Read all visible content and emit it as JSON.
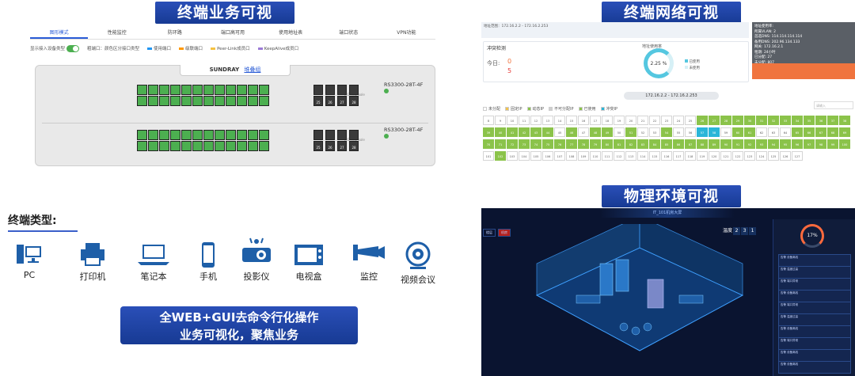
{
  "banners": {
    "terminal_business": "终端业务可视",
    "terminal_network": "终端网络可视",
    "physical_env": "物理环境可视"
  },
  "business_panel": {
    "tabs": [
      {
        "label": "图形模式",
        "active": true
      },
      {
        "label": "性能监控"
      },
      {
        "label": "防环路"
      },
      {
        "label": "端口高可用"
      },
      {
        "label": "使用地址表"
      },
      {
        "label": "端口状态"
      },
      {
        "label": "VPN功能"
      }
    ],
    "options": {
      "show_devices_label": "显示接入设备类型",
      "port_hint": "粗端口：颜色区分接口类型",
      "legend": [
        {
          "label": "使用端口",
          "color": "#2196f3"
        },
        {
          "label": "级联端口",
          "color": "#ff9800"
        },
        {
          "label": "Peer-Link成员口",
          "color": "#f5c242"
        },
        {
          "label": "KeepAlive成员口",
          "color": "#9c7bd6"
        }
      ]
    },
    "device": {
      "brand": "SUNDRAY",
      "link": "堆叠组",
      "units": [
        {
          "model": "RS3300-28T-4F",
          "status": "online"
        },
        {
          "model": "RS3300-28T-4F",
          "status": "online"
        }
      ],
      "mgmt_label": "MGMConsole",
      "sfp_labels": [
        "25",
        "26",
        "27",
        "28"
      ]
    }
  },
  "terminal_types": {
    "title": "终端类型:",
    "items": [
      {
        "label": "PC",
        "icon": "pc-icon"
      },
      {
        "label": "打印机",
        "icon": "printer-icon"
      },
      {
        "label": "笔记本",
        "icon": "laptop-icon"
      },
      {
        "label": "手机",
        "icon": "phone-icon"
      },
      {
        "label": "投影仪",
        "icon": "projector-icon"
      },
      {
        "label": "电视盒",
        "icon": "tvbox-icon"
      },
      {
        "label": "监控",
        "icon": "camera-icon"
      },
      {
        "label": "视频会议",
        "icon": "webcam-icon"
      }
    ]
  },
  "slogan": {
    "line1": "全WEB+GUI去命令行化操作",
    "line2": "业务可视化，聚焦业务"
  },
  "network_panel": {
    "header_text": "地址范围：172.16.2.2 - 172.16.2.253",
    "card_title": "冲突检测",
    "today_label": "今日:",
    "conflict_count": "0",
    "abnormal_count": "5",
    "usage_label": "地址使用率",
    "usage_percent": "2.25 %",
    "usage_legend": [
      "已使用",
      "未使用"
    ],
    "range": "172.16.2.2 - 172.16.2.253",
    "legend": [
      {
        "label": "未分配",
        "color": "#ffffff"
      },
      {
        "label": "固定IP",
        "color": "#f3c34b"
      },
      {
        "label": "动态IP",
        "color": "#8bc34a"
      },
      {
        "label": "不可分配IP",
        "color": "#cfcfcf"
      },
      {
        "label": "已使用",
        "color": "#8bc34a"
      },
      {
        "label": "冲突IP",
        "color": "#29b6d8"
      }
    ],
    "search_placeholder": "请输入",
    "info": [
      "地址使用率:",
      "所属VLAN: 2",
      "首选DNS: 114.114.114.114",
      "备用DNS: 202.96.134.133",
      "网关: 172.16.2.1",
      "租期: 24小时",
      "已分配: 27",
      "未分配: 807"
    ],
    "ip_cells": [
      "8",
      "9",
      "10",
      "11",
      "12",
      "13",
      "14",
      "15",
      "16",
      "17",
      "18",
      "19",
      "20",
      "21",
      "22",
      "23",
      "24",
      "25",
      "26",
      "27",
      "28",
      "29",
      "30",
      "31",
      "32",
      "33",
      "34",
      "35",
      "36",
      "37",
      "38",
      "39",
      "40",
      "41",
      "42",
      "43",
      "44",
      "45",
      "46",
      "47",
      "48",
      "49",
      "50",
      "51",
      "52",
      "53",
      "54",
      "55",
      "56",
      "57",
      "58",
      "59",
      "60",
      "61",
      "62",
      "63",
      "64",
      "65",
      "66",
      "67",
      "68",
      "69",
      "70",
      "71",
      "72",
      "73",
      "74",
      "75",
      "76",
      "77",
      "78",
      "79",
      "80",
      "81",
      "82",
      "83",
      "84",
      "85",
      "86",
      "87",
      "88",
      "89",
      "90",
      "91",
      "92",
      "93",
      "94",
      "95",
      "96",
      "97",
      "98",
      "99",
      "100",
      "101",
      "102",
      "103",
      "104",
      "105",
      "106",
      "107",
      "108",
      "109",
      "110",
      "111",
      "112",
      "113",
      "114",
      "115",
      "116",
      "117",
      "118",
      "119",
      "120",
      "121",
      "122",
      "123",
      "124",
      "125",
      "126",
      "127"
    ],
    "ip_states": [
      "w",
      "w",
      "w",
      "w",
      "w",
      "w",
      "w",
      "w",
      "w",
      "w",
      "w",
      "w",
      "w",
      "w",
      "w",
      "w",
      "w",
      "w",
      "g",
      "g",
      "g",
      "g",
      "g",
      "g",
      "g",
      "g",
      "g",
      "g",
      "g",
      "g",
      "g",
      "g",
      "g",
      "g",
      "g",
      "g",
      "g",
      "w",
      "g",
      "w",
      "g",
      "g",
      "w",
      "g",
      "w",
      "w",
      "g",
      "w",
      "w",
      "b",
      "b",
      "w",
      "g",
      "g",
      "w",
      "w",
      "w",
      "g",
      "g",
      "g",
      "g",
      "g",
      "g",
      "g",
      "g",
      "g",
      "g",
      "g",
      "g",
      "g",
      "g",
      "g",
      "g",
      "g",
      "g",
      "g",
      "g",
      "g",
      "g",
      "g",
      "g",
      "g",
      "g",
      "g",
      "g",
      "g",
      "g",
      "g",
      "g",
      "g",
      "g",
      "g",
      "g",
      "w",
      "g",
      "w",
      "w",
      "w",
      "w",
      "w",
      "w",
      "w",
      "w",
      "w",
      "w",
      "w",
      "w",
      "w",
      "w",
      "w",
      "w",
      "w",
      "w",
      "w",
      "w",
      "w",
      "w",
      "w",
      "w",
      "w",
      "w",
      "w"
    ]
  },
  "physical_panel": {
    "title": "IT_101机房大屏",
    "temp_label": "温度",
    "counter": [
      "2",
      "3",
      "1"
    ],
    "gauge_value": "17%",
    "alarms": [
      "告警 设备离线",
      "告警 温度过高",
      "告警 端口异常",
      "告警 设备离线",
      "告警 端口异常",
      "告警 温度过高",
      "告警 设备离线",
      "告警 端口异常",
      "告警 设备离线",
      "告警 设备离线"
    ],
    "controls": [
      "楼层",
      "机房"
    ]
  }
}
